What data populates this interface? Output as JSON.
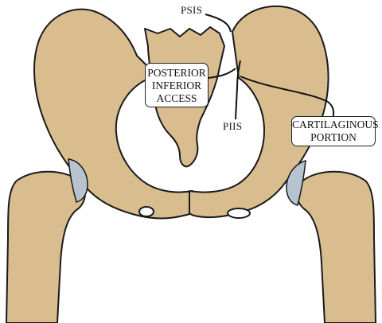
{
  "figure": {
    "labels": {
      "psis": "PSIS",
      "piis": "PIIS",
      "posterior_inferior_access": [
        "POSTERIOR",
        "INFERIOR",
        "ACCESS"
      ],
      "cartilaginous_portion": [
        "CARTILAGINOUS",
        "PORTION"
      ]
    },
    "colors": {
      "bone_fill": "#d9bd8f",
      "bone_outline": "#1a1a1a",
      "cartilage": "#b7c3cf",
      "background": "#ffffff"
    }
  }
}
